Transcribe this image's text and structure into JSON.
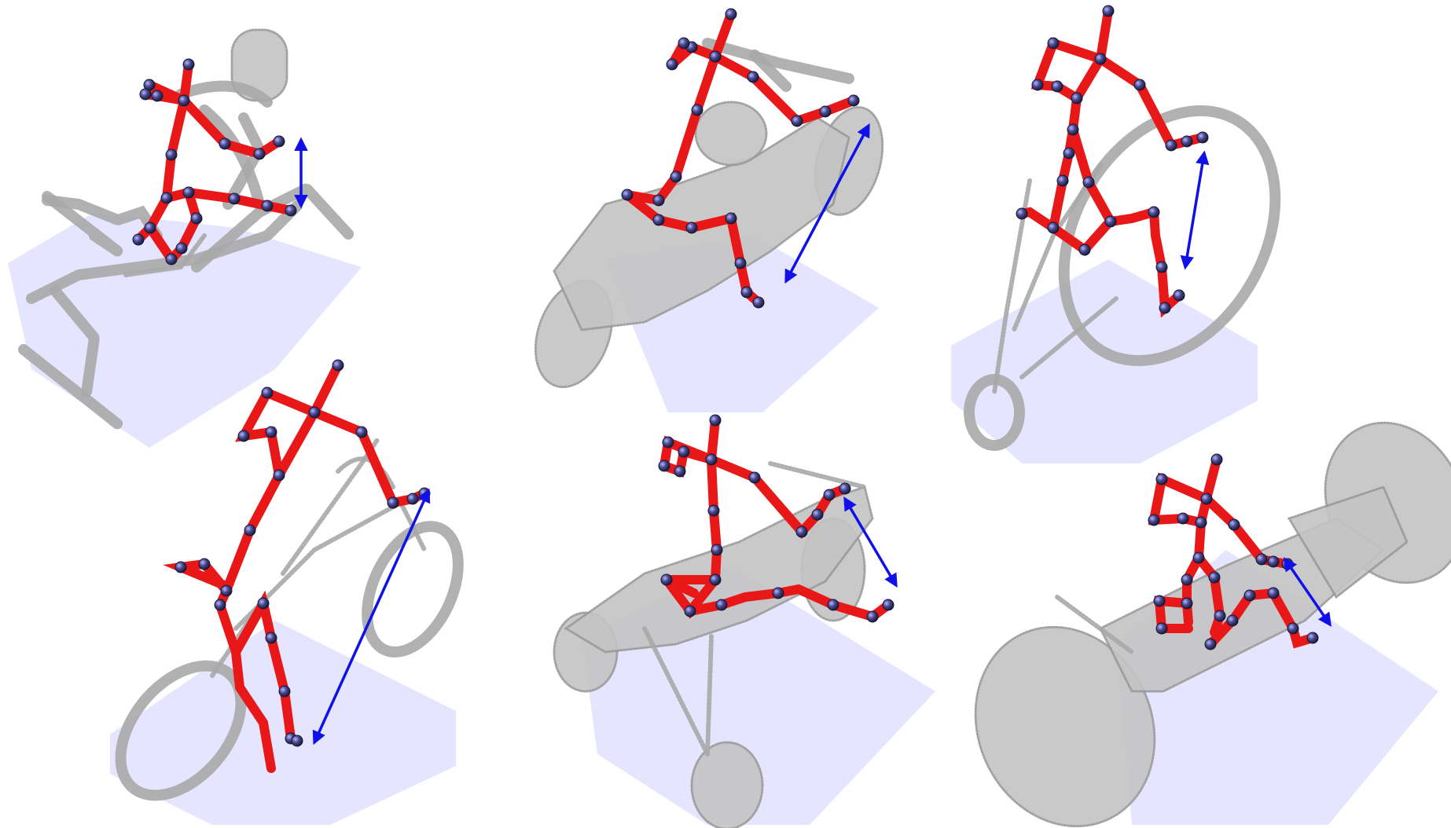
{
  "panels": [
    {
      "id": "panel-1",
      "vehicle": "rowing-machine"
    },
    {
      "id": "panel-2",
      "vehicle": "motorcycle"
    },
    {
      "id": "panel-3",
      "vehicle": "unicycle-frame"
    },
    {
      "id": "panel-4",
      "vehicle": "bicycle"
    },
    {
      "id": "panel-5",
      "vehicle": "tricycle"
    },
    {
      "id": "panel-6",
      "vehicle": "scooter"
    }
  ],
  "colors": {
    "skeleton": "#e81818",
    "joint": "#3a3a78",
    "arrow": "#1010e8",
    "vehicle": "#a8a8a8",
    "floor": "#dcdcff",
    "background": "#ffffff"
  }
}
